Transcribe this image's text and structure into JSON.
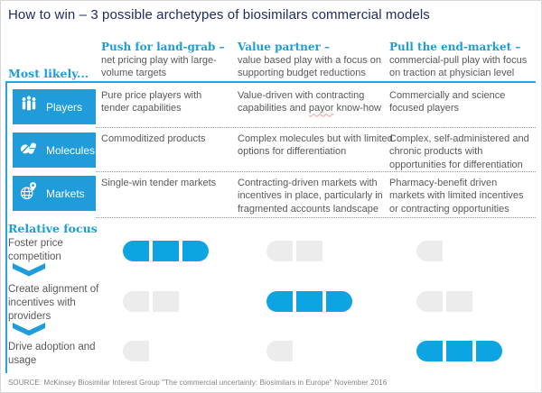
{
  "title": "How to win – 3 possible archetypes of biosimilars commercial models",
  "most_likely_label": "Most likely...",
  "columns": [
    {
      "title": "Push for land-grab –",
      "subtitle": "net pricing play with large-volume targets"
    },
    {
      "title": "Value partner –",
      "subtitle": "value based play with a focus on supporting budget reductions"
    },
    {
      "title": "Pull the end-market –",
      "subtitle": "commercial-pull play with focus on traction at physician level"
    }
  ],
  "rows": [
    {
      "label": "Players",
      "icon": "players-icon",
      "cells": [
        "Pure price players with tender capabilities",
        "Value-driven with contracting capabilities and payor know-how",
        "Commercially and science focused players"
      ]
    },
    {
      "label": "Molecules",
      "icon": "molecules-icon",
      "cells": [
        "Commoditized products",
        "Complex molecules but with limited options for differentiation",
        "Complex, self-administered and chronic products with opportunities for differentiation"
      ]
    },
    {
      "label": "Markets",
      "icon": "markets-icon",
      "cells": [
        "Single-win tender markets",
        "Contracting-driven markets with incentives in place, particularly in fragmented accounts landscape",
        "Pharmacy-benefit driven markets with limited incentives or contracting opportunities"
      ]
    }
  ],
  "relative_focus": {
    "label": "Relative focus",
    "separator_icon": "chevron-down-icon",
    "items": [
      {
        "label": "Foster price competition",
        "ratings": [
          {
            "segments": 3,
            "active": true
          },
          {
            "segments": 2,
            "active": false
          },
          {
            "segments": 1,
            "active": false
          }
        ]
      },
      {
        "label": "Create alignment of incentives with providers",
        "ratings": [
          {
            "segments": 2,
            "active": false
          },
          {
            "segments": 3,
            "active": true
          },
          {
            "segments": 2,
            "active": false
          }
        ]
      },
      {
        "label": "Drive adoption and usage",
        "ratings": [
          {
            "segments": 1,
            "active": false
          },
          {
            "segments": 1,
            "active": false
          },
          {
            "segments": 3,
            "active": true
          }
        ]
      }
    ]
  },
  "source": "SOURCE: McKinsey Biosimilar Interest Group \"The commercial uncertainty: Biosimilars in Europe\" November 2016",
  "spellcheck_words": [
    "payor"
  ],
  "colors": {
    "accent": "#1f9cd9",
    "pill_blue": "#0da4e4",
    "pill_gray": "#ececed",
    "title_navy": "#1e2d62",
    "body_gray": "#58595b"
  }
}
